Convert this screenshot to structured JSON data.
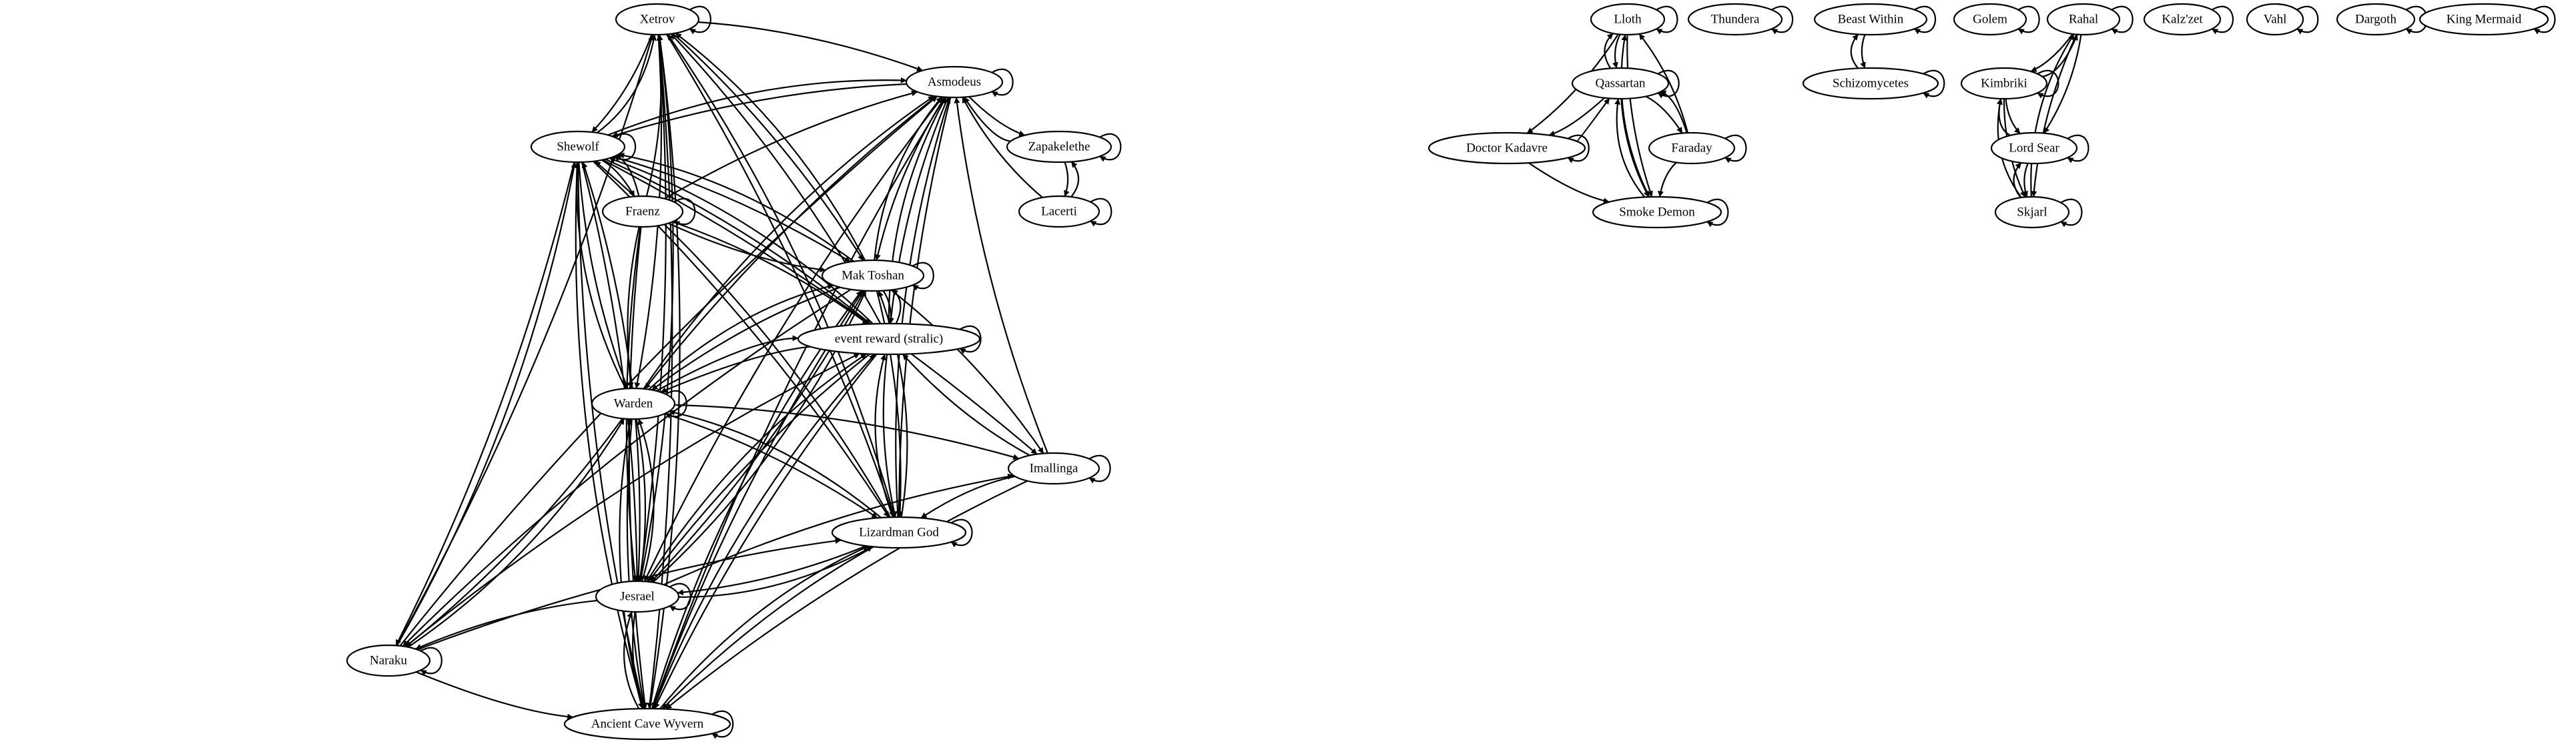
{
  "graph": {
    "nodes": [
      {
        "id": "xetrov",
        "label": "Xetrov"
      },
      {
        "id": "asmodeus",
        "label": "Asmodeus"
      },
      {
        "id": "shewolf",
        "label": "Shewolf"
      },
      {
        "id": "zapakelethe",
        "label": "Zapakelethe"
      },
      {
        "id": "fraenz",
        "label": "Fraenz"
      },
      {
        "id": "lacerti",
        "label": "Lacerti"
      },
      {
        "id": "maktoshan",
        "label": "Mak Toshan"
      },
      {
        "id": "event",
        "label": "event reward (stralic)"
      },
      {
        "id": "warden",
        "label": "Warden"
      },
      {
        "id": "imallinga",
        "label": "Imallinga"
      },
      {
        "id": "lizardman",
        "label": "Lizardman God"
      },
      {
        "id": "jesrael",
        "label": "Jesrael"
      },
      {
        "id": "naraku",
        "label": "Naraku"
      },
      {
        "id": "wyvern",
        "label": "Ancient Cave Wyvern"
      },
      {
        "id": "lloth",
        "label": "Lloth"
      },
      {
        "id": "qassartan",
        "label": "Qassartan"
      },
      {
        "id": "kadavre",
        "label": "Doctor Kadavre"
      },
      {
        "id": "faraday",
        "label": "Faraday"
      },
      {
        "id": "smoke",
        "label": "Smoke Demon"
      },
      {
        "id": "thundera",
        "label": "Thundera"
      },
      {
        "id": "beast",
        "label": "Beast Within"
      },
      {
        "id": "schizo",
        "label": "Schizomycetes"
      },
      {
        "id": "golem",
        "label": "Golem"
      },
      {
        "id": "rahal",
        "label": "Rahal"
      },
      {
        "id": "kimbriki",
        "label": "Kimbriki"
      },
      {
        "id": "lordsear",
        "label": "Lord Sear"
      },
      {
        "id": "skjarl",
        "label": "Skjarl"
      },
      {
        "id": "kalzet",
        "label": "Kalz'zet"
      },
      {
        "id": "vahl",
        "label": "Vahl"
      },
      {
        "id": "dargoth",
        "label": "Dargoth"
      },
      {
        "id": "kingmermaid",
        "label": "King Mermaid"
      }
    ],
    "edges": [
      [
        "xetrov",
        "xetrov"
      ],
      [
        "asmodeus",
        "asmodeus"
      ],
      [
        "shewolf",
        "shewolf"
      ],
      [
        "zapakelethe",
        "zapakelethe"
      ],
      [
        "fraenz",
        "fraenz"
      ],
      [
        "lacerti",
        "lacerti"
      ],
      [
        "maktoshan",
        "maktoshan"
      ],
      [
        "event",
        "event"
      ],
      [
        "warden",
        "warden"
      ],
      [
        "imallinga",
        "imallinga"
      ],
      [
        "lizardman",
        "lizardman"
      ],
      [
        "jesrael",
        "jesrael"
      ],
      [
        "naraku",
        "naraku"
      ],
      [
        "wyvern",
        "wyvern"
      ],
      [
        "xetrov",
        "asmodeus"
      ],
      [
        "xetrov",
        "shewolf"
      ],
      [
        "shewolf",
        "xetrov"
      ],
      [
        "fraenz",
        "xetrov"
      ],
      [
        "xetrov",
        "maktoshan"
      ],
      [
        "maktoshan",
        "xetrov"
      ],
      [
        "xetrov",
        "warden"
      ],
      [
        "xetrov",
        "lizardman"
      ],
      [
        "lizardman",
        "xetrov"
      ],
      [
        "xetrov",
        "jesrael"
      ],
      [
        "jesrael",
        "xetrov"
      ],
      [
        "naraku",
        "xetrov"
      ],
      [
        "xetrov",
        "wyvern"
      ],
      [
        "wyvern",
        "xetrov"
      ],
      [
        "event",
        "xetrov"
      ],
      [
        "asmodeus",
        "shewolf"
      ],
      [
        "shewolf",
        "asmodeus"
      ],
      [
        "asmodeus",
        "zapakelethe"
      ],
      [
        "zapakelethe",
        "asmodeus"
      ],
      [
        "lacerti",
        "asmodeus"
      ],
      [
        "asmodeus",
        "maktoshan"
      ],
      [
        "maktoshan",
        "asmodeus"
      ],
      [
        "asmodeus",
        "event"
      ],
      [
        "event",
        "asmodeus"
      ],
      [
        "asmodeus",
        "warden"
      ],
      [
        "warden",
        "asmodeus"
      ],
      [
        "imallinga",
        "asmodeus"
      ],
      [
        "asmodeus",
        "lizardman"
      ],
      [
        "lizardman",
        "asmodeus"
      ],
      [
        "asmodeus",
        "jesrael"
      ],
      [
        "naraku",
        "asmodeus"
      ],
      [
        "wyvern",
        "asmodeus"
      ],
      [
        "fraenz",
        "asmodeus"
      ],
      [
        "zapakelethe",
        "lacerti"
      ],
      [
        "lacerti",
        "zapakelethe"
      ],
      [
        "shewolf",
        "fraenz"
      ],
      [
        "fraenz",
        "shewolf"
      ],
      [
        "shewolf",
        "maktoshan"
      ],
      [
        "maktoshan",
        "shewolf"
      ],
      [
        "shewolf",
        "event"
      ],
      [
        "event",
        "shewolf"
      ],
      [
        "shewolf",
        "warden"
      ],
      [
        "warden",
        "shewolf"
      ],
      [
        "shewolf",
        "imallinga"
      ],
      [
        "shewolf",
        "lizardman"
      ],
      [
        "lizardman",
        "shewolf"
      ],
      [
        "shewolf",
        "jesrael"
      ],
      [
        "jesrael",
        "shewolf"
      ],
      [
        "shewolf",
        "naraku"
      ],
      [
        "naraku",
        "shewolf"
      ],
      [
        "shewolf",
        "wyvern"
      ],
      [
        "wyvern",
        "shewolf"
      ],
      [
        "fraenz",
        "maktoshan"
      ],
      [
        "fraenz",
        "event"
      ],
      [
        "fraenz",
        "warden"
      ],
      [
        "fraenz",
        "jesrael"
      ],
      [
        "fraenz",
        "wyvern"
      ],
      [
        "maktoshan",
        "event"
      ],
      [
        "event",
        "maktoshan"
      ],
      [
        "maktoshan",
        "warden"
      ],
      [
        "warden",
        "maktoshan"
      ],
      [
        "maktoshan",
        "imallinga"
      ],
      [
        "maktoshan",
        "lizardman"
      ],
      [
        "lizardman",
        "maktoshan"
      ],
      [
        "maktoshan",
        "jesrael"
      ],
      [
        "jesrael",
        "maktoshan"
      ],
      [
        "maktoshan",
        "naraku"
      ],
      [
        "maktoshan",
        "wyvern"
      ],
      [
        "wyvern",
        "maktoshan"
      ],
      [
        "event",
        "warden"
      ],
      [
        "warden",
        "event"
      ],
      [
        "imallinga",
        "event"
      ],
      [
        "event",
        "lizardman"
      ],
      [
        "lizardman",
        "event"
      ],
      [
        "event",
        "jesrael"
      ],
      [
        "jesrael",
        "event"
      ],
      [
        "naraku",
        "event"
      ],
      [
        "event",
        "wyvern"
      ],
      [
        "wyvern",
        "event"
      ],
      [
        "warden",
        "imallinga"
      ],
      [
        "warden",
        "lizardman"
      ],
      [
        "lizardman",
        "warden"
      ],
      [
        "warden",
        "jesrael"
      ],
      [
        "jesrael",
        "warden"
      ],
      [
        "warden",
        "naraku"
      ],
      [
        "naraku",
        "warden"
      ],
      [
        "warden",
        "wyvern"
      ],
      [
        "wyvern",
        "warden"
      ],
      [
        "imallinga",
        "lizardman"
      ],
      [
        "jesrael",
        "imallinga"
      ],
      [
        "imallinga",
        "wyvern"
      ],
      [
        "lizardman",
        "jesrael"
      ],
      [
        "jesrael",
        "lizardman"
      ],
      [
        "naraku",
        "lizardman"
      ],
      [
        "lizardman",
        "wyvern"
      ],
      [
        "wyvern",
        "lizardman"
      ],
      [
        "jesrael",
        "naraku"
      ],
      [
        "jesrael",
        "wyvern"
      ],
      [
        "wyvern",
        "jesrael"
      ],
      [
        "naraku",
        "wyvern"
      ],
      [
        "lloth",
        "lloth"
      ],
      [
        "qassartan",
        "qassartan"
      ],
      [
        "kadavre",
        "kadavre"
      ],
      [
        "faraday",
        "faraday"
      ],
      [
        "smoke",
        "smoke"
      ],
      [
        "lloth",
        "qassartan"
      ],
      [
        "qassartan",
        "lloth"
      ],
      [
        "lloth",
        "kadavre"
      ],
      [
        "lloth",
        "smoke"
      ],
      [
        "smoke",
        "lloth"
      ],
      [
        "faraday",
        "lloth"
      ],
      [
        "qassartan",
        "kadavre"
      ],
      [
        "kadavre",
        "qassartan"
      ],
      [
        "qassartan",
        "faraday"
      ],
      [
        "faraday",
        "qassartan"
      ],
      [
        "qassartan",
        "smoke"
      ],
      [
        "smoke",
        "qassartan"
      ],
      [
        "kadavre",
        "smoke"
      ],
      [
        "faraday",
        "smoke"
      ],
      [
        "thundera",
        "thundera"
      ],
      [
        "beast",
        "beast"
      ],
      [
        "schizo",
        "schizo"
      ],
      [
        "beast",
        "schizo"
      ],
      [
        "schizo",
        "beast"
      ],
      [
        "golem",
        "golem"
      ],
      [
        "rahal",
        "rahal"
      ],
      [
        "kimbriki",
        "kimbriki"
      ],
      [
        "lordsear",
        "lordsear"
      ],
      [
        "skjarl",
        "skjarl"
      ],
      [
        "rahal",
        "kimbriki"
      ],
      [
        "kimbriki",
        "rahal"
      ],
      [
        "rahal",
        "lordsear"
      ],
      [
        "rahal",
        "skjarl"
      ],
      [
        "skjarl",
        "rahal"
      ],
      [
        "kimbriki",
        "lordsear"
      ],
      [
        "lordsear",
        "kimbriki"
      ],
      [
        "kimbriki",
        "skjarl"
      ],
      [
        "skjarl",
        "kimbriki"
      ],
      [
        "lordsear",
        "skjarl"
      ],
      [
        "skjarl",
        "lordsear"
      ],
      [
        "kalzet",
        "kalzet"
      ],
      [
        "vahl",
        "vahl"
      ],
      [
        "dargoth",
        "dargoth"
      ],
      [
        "kingmermaid",
        "kingmermaid"
      ]
    ]
  }
}
